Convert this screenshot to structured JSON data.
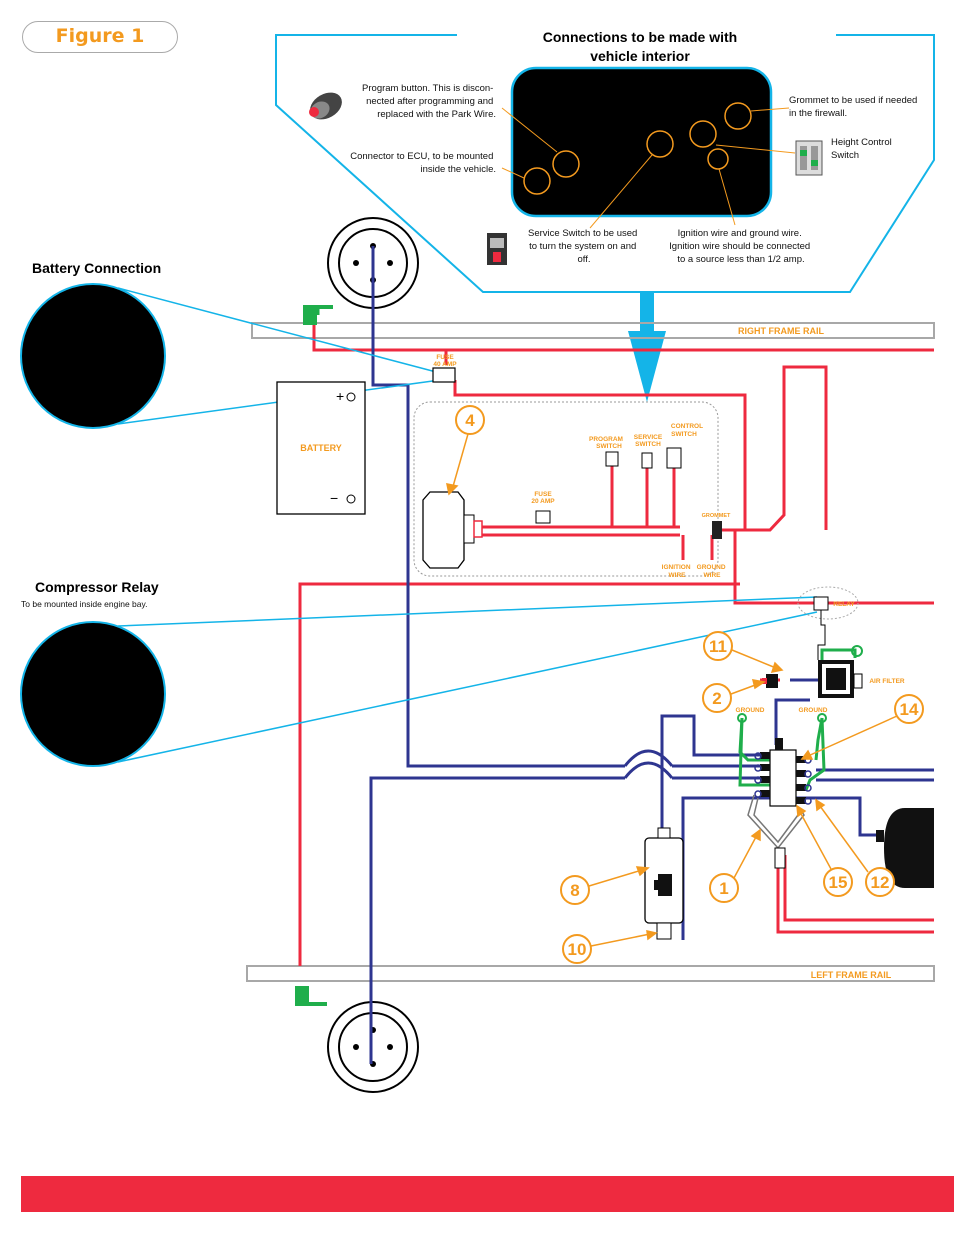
{
  "figure_label": "Figure 1",
  "interior_box": {
    "title_line1": "Connections to be made with",
    "title_line2": "vehicle interior",
    "program_button": [
      "Program button. This is discon-",
      "nected after programming and",
      "replaced with the Park Wire."
    ],
    "connector_ecu": [
      "Connector to ECU, to be mounted",
      "inside the vehicle."
    ],
    "service_switch": [
      "Service Switch to be used",
      "to turn the system on and",
      "off."
    ],
    "ignition_wire": [
      "Ignition wire and ground wire.",
      "Ignition wire should be connected",
      "to a source less than 1/2 amp."
    ],
    "grommet": [
      "Grommet to be used if needed",
      "in the firewall."
    ],
    "height_control": [
      "Height Control",
      "Switch"
    ]
  },
  "battery_connection": {
    "title": "Battery Connection"
  },
  "compressor_relay": {
    "title": "Compressor Relay",
    "subtitle": "To be mounted inside engine bay."
  },
  "labels": {
    "right_frame_rail": "RIGHT FRAME RAIL",
    "left_frame_rail": "LEFT FRAME RAIL",
    "fuse_40": [
      "FUSE",
      "40 AMP"
    ],
    "fuse_20": [
      "FUSE",
      "20 AMP"
    ],
    "battery": "BATTERY",
    "battery_plus": "+",
    "battery_minus": "−",
    "program_switch": [
      "PROGRAM",
      "SWITCH"
    ],
    "service_switch": [
      "SERVICE",
      "SWITCH"
    ],
    "control_switch": [
      "CONTROL",
      "SWITCH"
    ],
    "grommet": "GROMMET",
    "ignition_wire": [
      "IGNITION",
      "WIRE"
    ],
    "ground_wire": [
      "GROUND",
      "WIRE"
    ],
    "relay": "RELAY",
    "air_filter": "AIR FILTER",
    "ground_left": "GROUND",
    "ground_right": "GROUND"
  },
  "callout_numbers": [
    "4",
    "11",
    "2",
    "14",
    "8",
    "1",
    "15",
    "12",
    "10"
  ],
  "colors": {
    "accent_orange": "#f39a1f",
    "leader_blue": "#14b4e8",
    "wire_red": "#ee2a3f",
    "wire_blue": "#2e3590",
    "wire_green": "#1fae4b",
    "rail_gray": "#a8a8a8",
    "footer_red": "#ee2a3f"
  }
}
